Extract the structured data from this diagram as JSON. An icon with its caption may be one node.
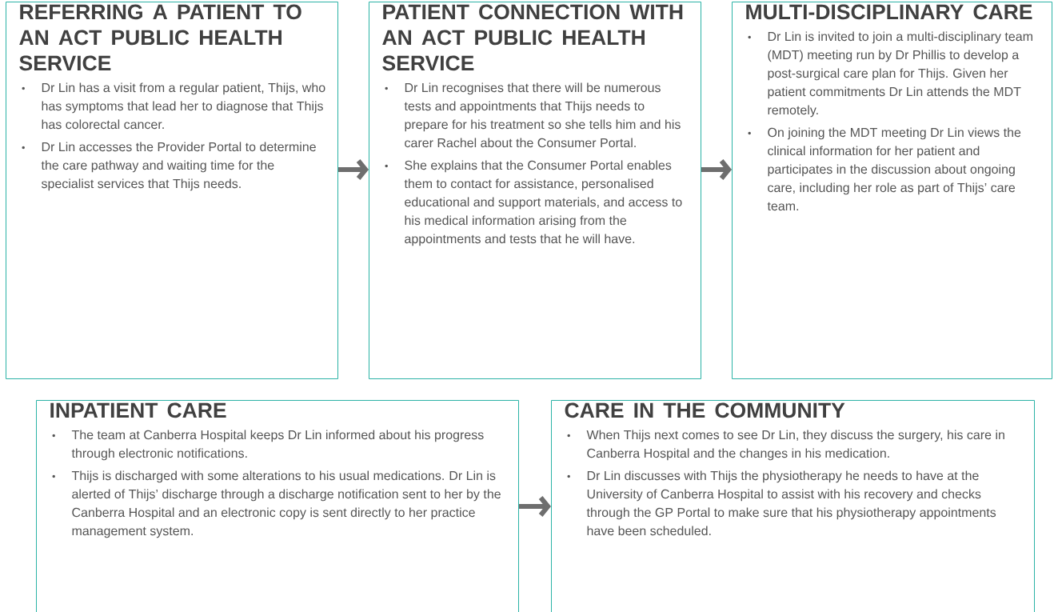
{
  "diagram": {
    "nodes": [
      {
        "text": [
          "REFERRING A PATIENT TO AN ACT PUBLIC HEALTH SERVICE",
          "Dr Lin has a visit from a regular patient, Thijs, who has symptoms that lead her to diagnose that Thijs has colorectal cancer.",
          "Dr Lin accesses the Provider Portal to determine the care pathway and waiting time for the specialist services that Thijs needs."
        ]
      },
      {
        "text": [
          "PATIENT CONNECTION WITH AN ACT PUBLIC HEALTH SERVICE",
          "Dr Lin recognises that there will be numerous tests and appointments that Thijs needs to prepare for his treatment so she tells him and his carer Rachel about the Consumer Portal.",
          "She explains that the Consumer Portal enables them to contact for assistance, personalised educational and support materials, and access to his medical information arising from the appointments and tests that he will have."
        ]
      },
      {
        "text": [
          "MULTI-DISCIPLINARY CARE",
          "Dr Lin is invited to join a multi-disciplinary team (MDT) meeting run by Dr Phillis to develop a post-surgical care plan for Thijs. Given her patient commitments Dr Lin attends the MDT remotely.",
          "On joining the MDT meeting Dr Lin views the clinical information for her patient and participates in the discussion about ongoing care, including her role as part of Thijs’ care team."
        ]
      },
      {
        "text": [
          "INPATIENT CARE",
          "The team at Canberra Hospital keeps Dr Lin informed about his progress through electronic notifications.",
          "Thijs is discharged with some alterations to his usual medications. Dr Lin is alerted of Thijs’ discharge through a discharge notification sent to her by the Canberra Hospital and an electronic copy is sent directly to her practice management system."
        ]
      },
      {
        "text": [
          "CARE IN THE COMMUNITY",
          "When Thijs next comes to see Dr Lin, they discuss the surgery, his care in Canberra Hospital and the changes in his medication.",
          "Dr Lin discusses with Thijs the physiotherapy he needs to have at the University of Canberra Hospital to assist with his recovery and checks through the GP Portal to make sure that his physiotherapy appointments have been scheduled."
        ]
      }
    ],
    "edges": [
      {
        "from": 0,
        "to": 1,
        "arrow": "to"
      },
      {
        "from": 1,
        "to": 2,
        "arrow": "to"
      },
      {
        "from": 3,
        "to": 4,
        "arrow": "to"
      }
    ]
  }
}
